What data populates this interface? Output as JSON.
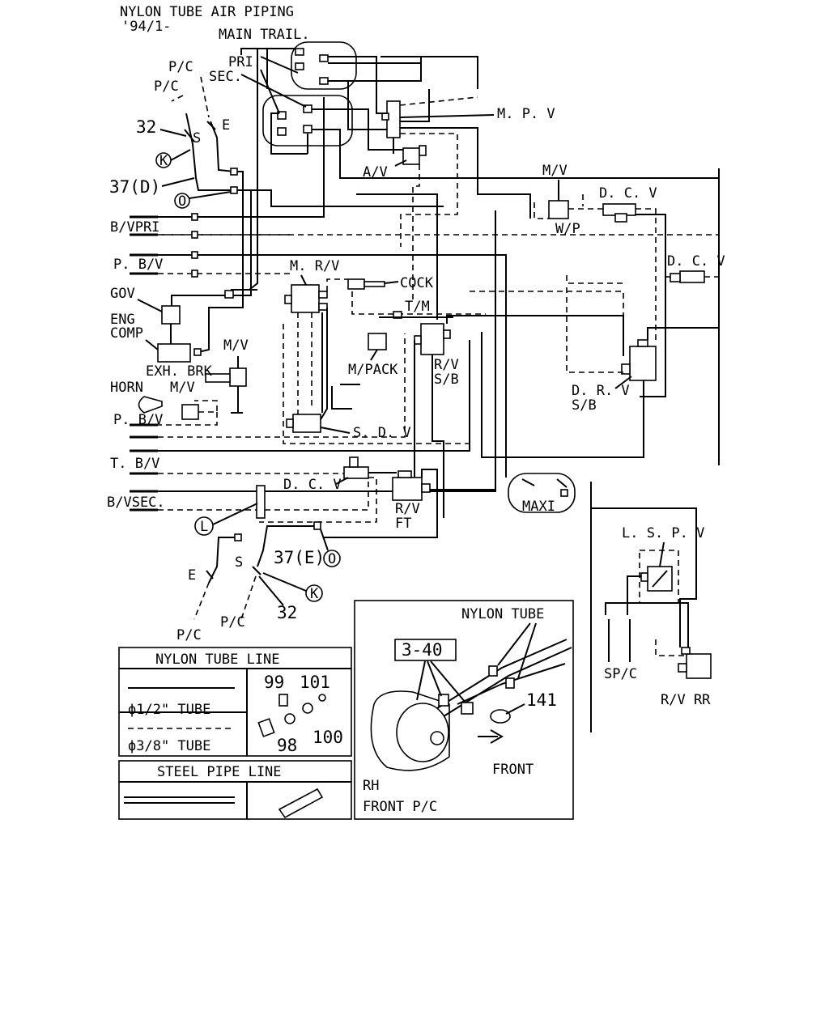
{
  "title_line1": "NYLON TUBE AIR PIPING",
  "title_line2": "'94/1-",
  "labels": {
    "main_trail": "MAIN  TRAIL.",
    "pri": "PRI.",
    "sec": "SEC.",
    "pc_1": "P/C",
    "pc_2": "P/C",
    "e_top": "E",
    "s_top": "S",
    "n32_top": "32",
    "k_top": "K",
    "n37d": "37(D)",
    "o_top": "O",
    "mpv": "M. P. V",
    "av": "A/V",
    "mv_top": "M/V",
    "dcv_1": "D. C. V",
    "wp": "W/P",
    "bvpri": "B/VPRI",
    "pbv_1": "P. B/V",
    "dcv_2": "D. C. V",
    "mrv": "M. R/V",
    "cock": "COCK",
    "gov": "GOV",
    "tm": "T/M",
    "eng": "ENG",
    "comp": "COMP",
    "mv_mid": "M/V",
    "rv_sb": "R/V",
    "sb": "S/B",
    "exh_brk": "EXH. BRK",
    "mpack": "M/PACK",
    "drv": "D. R. V",
    "drv_sb": "S/B",
    "horn": "HORN",
    "mv_horn": "M/V",
    "pbv_2": "P. B/V",
    "sdv": "S. D. V",
    "tbv": "T. B/V",
    "dcv_3": "D. C. V",
    "bvsec": "B/VSEC.",
    "rv_ft": "R/V",
    "ft": "FT",
    "maxi": "MAXI",
    "l_circ": "L",
    "n37e": "37(E)",
    "o_bot": "O",
    "lspv": "L. S. P. V",
    "e_bot": "E",
    "s_bot": "S",
    "k_bot": "K",
    "n32_bot": "32",
    "pc_3": "P/C",
    "pc_4": "P/C",
    "spc": "SP/C",
    "rv_rr": "R/V  RR"
  },
  "legend": {
    "nylon_header": "NYLON TUBE LINE",
    "tube_half": "ϕ1/2\" TUBE",
    "tube_3_8": "ϕ3/8\" TUBE",
    "part_99": "99",
    "part_101": "101",
    "part_98": "98",
    "part_100": "100",
    "steel_header": "STEEL PIPE LINE"
  },
  "inset": {
    "nylon_tube": "NYLON TUBE",
    "ref": "3-40",
    "part_141": "141",
    "front": "FRONT",
    "rh": "RH",
    "front_pc": "FRONT P/C"
  }
}
